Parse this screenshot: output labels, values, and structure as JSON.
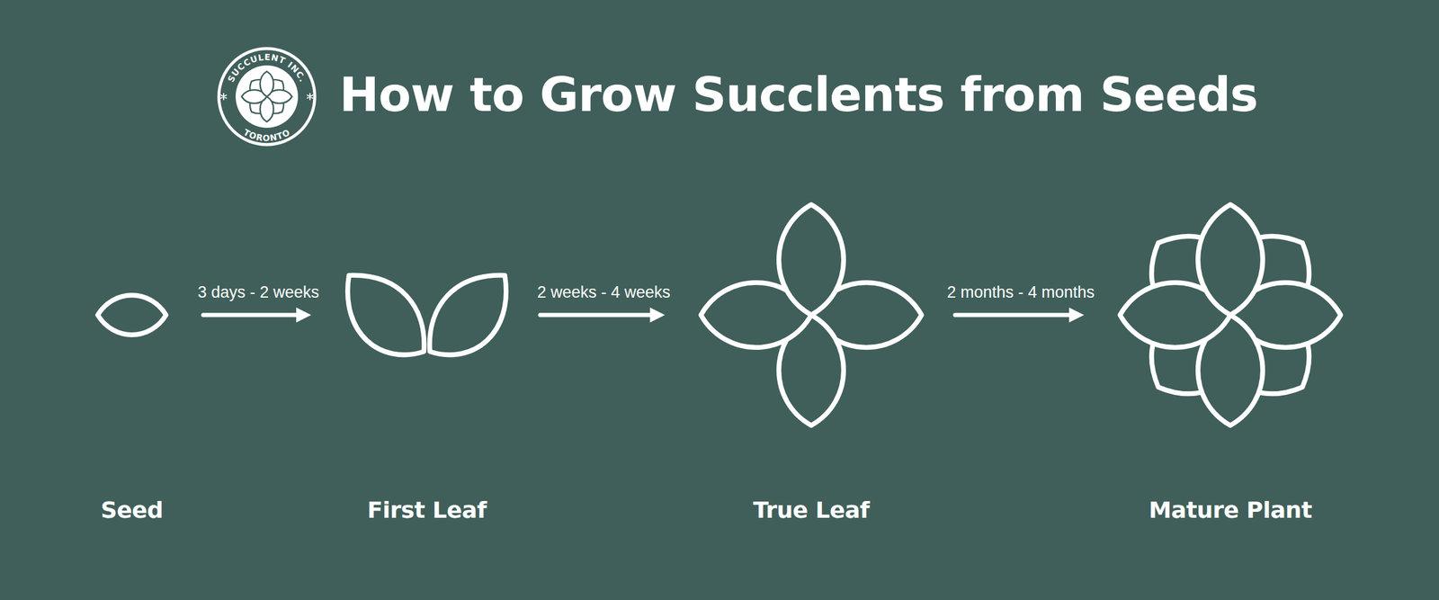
{
  "diagram": {
    "title": "How to Grow Succlents from Seeds",
    "nodes": [
      {
        "text": [
          "Seed"
        ]
      },
      {
        "text": [
          "First Leaf"
        ]
      },
      {
        "text": [
          "True Leaf"
        ]
      },
      {
        "text": [
          "Mature Plant"
        ]
      }
    ],
    "edges": [
      {
        "from": 0,
        "to": 1,
        "label": "3 days - 2 weeks",
        "arrow": "to"
      },
      {
        "from": 1,
        "to": 2,
        "label": "2 weeks - 4 weeks",
        "arrow": "to"
      },
      {
        "from": 2,
        "to": 3,
        "label": "2 months - 4 months",
        "arrow": "to"
      }
    ],
    "labels": [
      "SUCCULENT INC.",
      "TORONTO"
    ]
  }
}
